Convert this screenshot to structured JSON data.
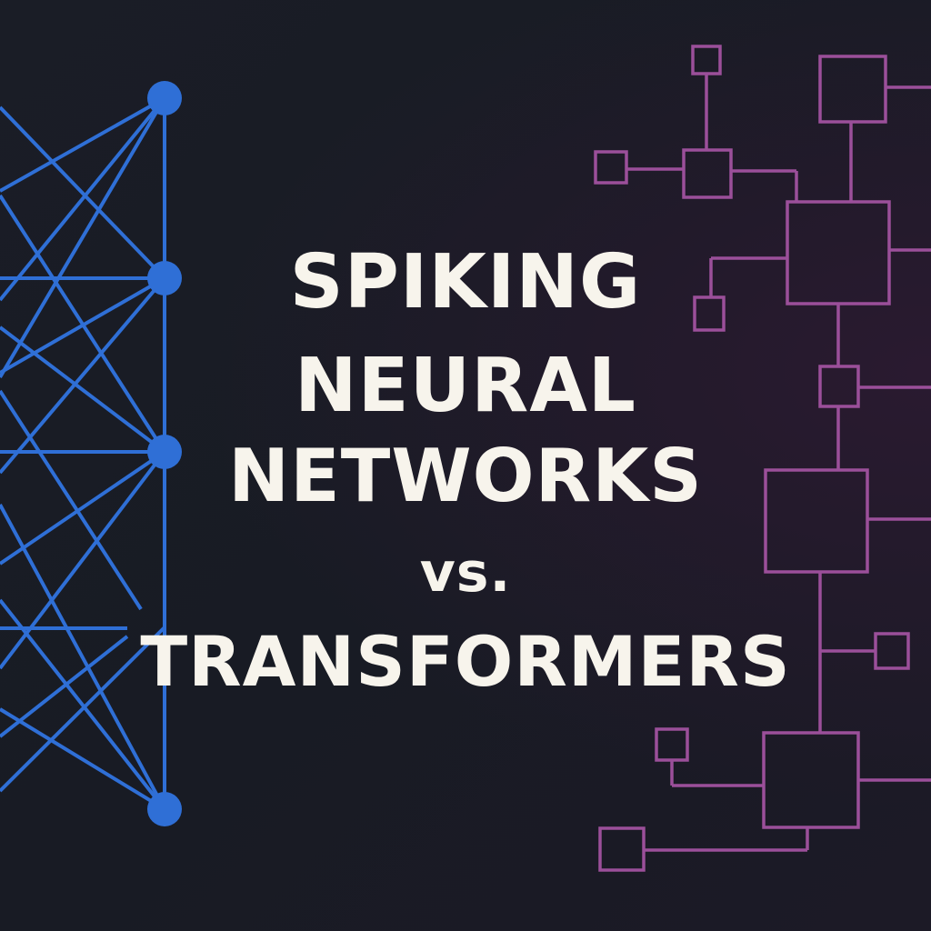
{
  "title": {
    "line1": "SPIKING",
    "line2": "NEURAL",
    "line3": "NETWORKS",
    "line4": "vs.",
    "line5": "TRANSFORMERS"
  },
  "colors": {
    "background": "#1a1d26",
    "text": "#f7f4ec",
    "neural_network": "#2f6fd6",
    "transformer_blocks": "#9b4f9a"
  },
  "icons": {
    "left_graphic": "neural-network-graphic",
    "right_graphic": "transformer-block-diagram"
  }
}
